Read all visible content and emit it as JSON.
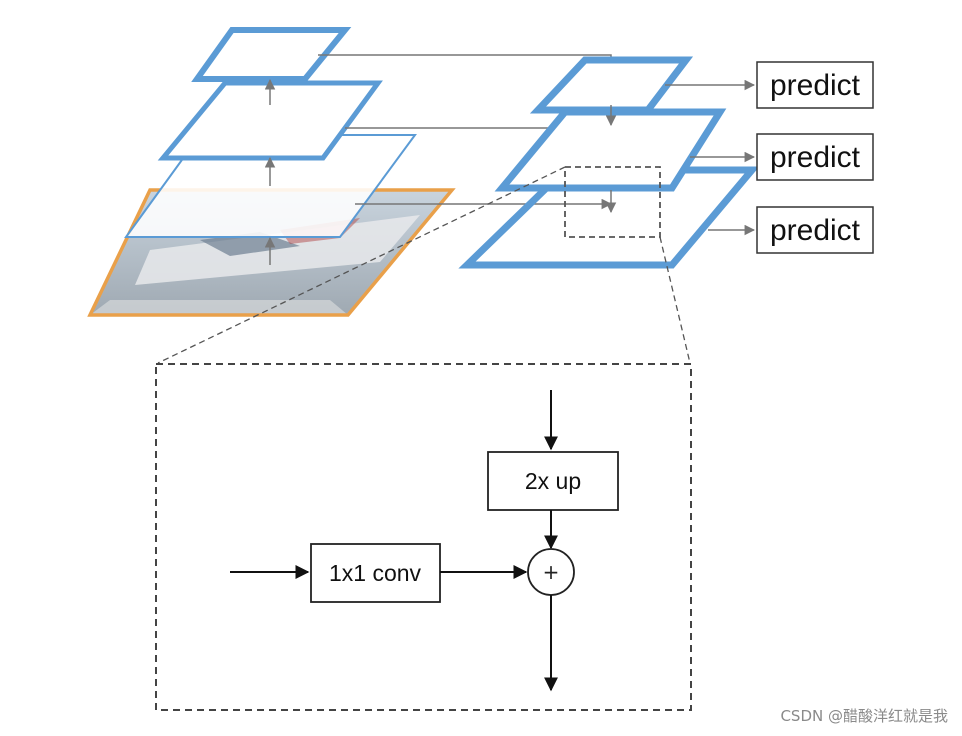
{
  "pyramid": {
    "predict_labels": [
      "predict",
      "predict",
      "predict"
    ]
  },
  "merge_block": {
    "upsample_label": "2x up",
    "lateral_label": "1x1 conv",
    "add_symbol": "+"
  },
  "watermark": "CSDN @醋酸洋红就是我",
  "colors": {
    "feature_map_blue": "#5b9bd5",
    "image_border_orange": "#e9a04a",
    "arrow_gray": "#777777",
    "arrow_black": "#111111",
    "dashed_gray": "#555555"
  },
  "icons": {
    "input_image": "boat-photo-thumbnail",
    "add_node": "circled-plus-icon"
  }
}
